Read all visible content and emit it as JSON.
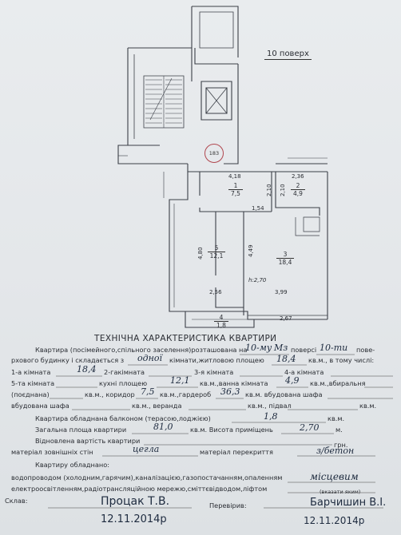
{
  "floor_label": "10 поверх",
  "stamp_number": "183",
  "plan": {
    "rooms": [
      {
        "num": "1",
        "area": "7,5"
      },
      {
        "num": "2",
        "area": "4,9"
      },
      {
        "num": "3",
        "area": "18,4"
      },
      {
        "num": "4",
        "area": "1,8"
      },
      {
        "num": "5",
        "area": "12,1"
      }
    ],
    "dims": {
      "d418": "4,18",
      "d236": "2,36",
      "d210a": "2,10",
      "d210b": "2,10",
      "d154": "1,54",
      "d480": "4,80",
      "d449": "4,49",
      "dh": "h:2,70",
      "d256": "2,56",
      "d399": "3,99",
      "d267": "2,67"
    }
  },
  "title": "ТЕХНІЧНА ХАРАКТЕРИСТИКА КВАРТИРИ",
  "lines": {
    "l1a": "Квартира (посімейного,спільного заселення)розташована на",
    "l1b": "поверсі",
    "l1c": "пове-",
    "l2a": "рхового будинку і складається з",
    "l2b": "кімнати,житловою площею",
    "l2c": "кв.м., в тому числі:",
    "l3a": "1-а кімната",
    "l3b": "2-гакімната",
    "l3c": "3-я кімната",
    "l3d": "4-а кімната",
    "l4a": "5-та кімната",
    "l4b": "кухні площею",
    "l4c": "кв.м.,ванна кімната",
    "l4d": "кв.м.,вбиральня",
    "l5a": "(поєднана)",
    "l5b": "кв.м., коридор",
    "l5c": "кв.м.,гардероб",
    "l5d": "кв.м. вбудована шафа",
    "l6a": "вбудована шафа",
    "l6b": "кв.м., веранда",
    "l6c": "кв.м., підвал",
    "l6d": "кв.м.",
    "l7a": "Квартира обладнана балконом (терасою,лоджією)",
    "l7b": "кв.м.",
    "l8a": "Загальна площа квартири",
    "l8b": "кв.м. Висота приміщень",
    "l8c": "м.",
    "l9a": "Відновлена вартість квартири",
    "l9b": "грн.",
    "l10a": "матеріал зовнішніх стін",
    "l10b": "матеріал перекриття",
    "l11": "Квартиру обладнано:",
    "l12": "водопроводом (холодним,гарячим),каналізацією,газопостачанням,опаленням",
    "l13": "електроосвітленням,радіотрансляційною мережю,сміттєвідводом,ліфтом",
    "l13b": "(вказати яким)",
    "sklav": "Склав:",
    "pereviryv": "Перевірив:"
  },
  "handwritten": {
    "floor": "10-му",
    "floor_suffix": "Мз",
    "storeys": "10-ти",
    "rooms_count": "одної",
    "living_area": "18,4",
    "room1": "18,4",
    "kitchen": "12,1",
    "bath": "4,9",
    "corridor": "7,5",
    "wardrobe": "36,3",
    "balcony": "1,8",
    "total": "81,0",
    "height": "2,70",
    "walls": "цегла",
    "ceiling": "з/бетон",
    "heating": "місцевим",
    "author": "Процак Т.В.",
    "date1": "12.11.2014р",
    "checker": "Барчишин В.І.",
    "date2": "12.11.2014р"
  }
}
